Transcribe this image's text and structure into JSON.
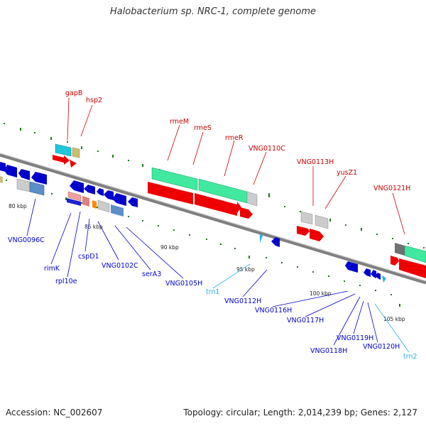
{
  "title": "Halobacterium sp. NRC-1, complete genome",
  "footer": {
    "accession": "Accession: NC_002607",
    "summary": "Topology: circular; Length: 2,014,239 bp; Genes: 2,127"
  },
  "scale_labels": [
    "80 kbp",
    "85 kbp",
    "90 kbp",
    "95 kbp",
    "100 kbp",
    "105 kbp"
  ],
  "upper_labels": [
    "gapB",
    "hsp2",
    "rmeM",
    "rmeS",
    "rmeR",
    "VNG0110C",
    "VNG0113H",
    "yusZ1",
    "VNG0121H"
  ],
  "lower_labels": [
    "VNG0096C",
    "rimK",
    "rpl10e",
    "cspD1",
    "VNG0102C",
    "serA3",
    "VNG0105H",
    "trn1",
    "VNG0112H",
    "VNG0116H",
    "VNG0117H",
    "VNG0118H",
    "VNG0119H",
    "VNG0120H",
    "trn2"
  ],
  "colors": {
    "upper_label": "#cc0000",
    "lower_label": "#0000cc",
    "trna_label": "#2ab0e0",
    "backbone": "#808080",
    "tick_green": "#1f7a1f"
  }
}
